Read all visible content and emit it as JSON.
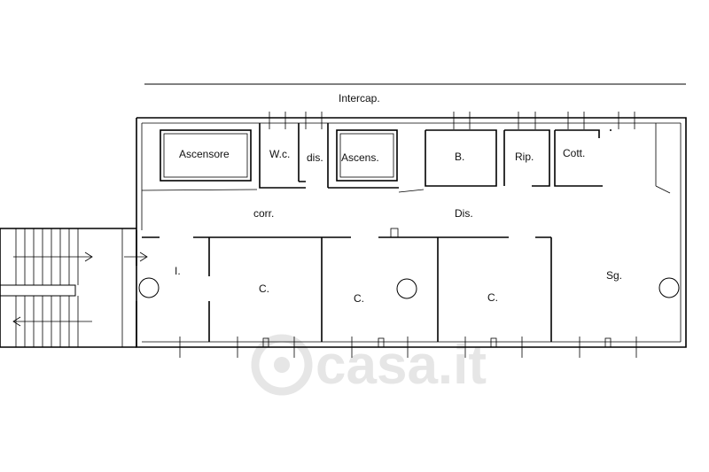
{
  "labels": {
    "intercap": "Intercap.",
    "ascensore": "Ascensore",
    "wc": "W.c.",
    "dis_small": "dis.",
    "ascens": "Ascens.",
    "b": "B.",
    "rip": "Rip.",
    "cott": "Cott.",
    "corr": "corr.",
    "dis": "Dis.",
    "i": "I.",
    "c1": "C.",
    "c2": "C.",
    "c3": "C.",
    "sg": "Sg."
  },
  "watermark": {
    "text": "casa.it"
  },
  "colors": {
    "ink": "#000000",
    "background": "#ffffff",
    "watermark": "#e6e6e6"
  }
}
